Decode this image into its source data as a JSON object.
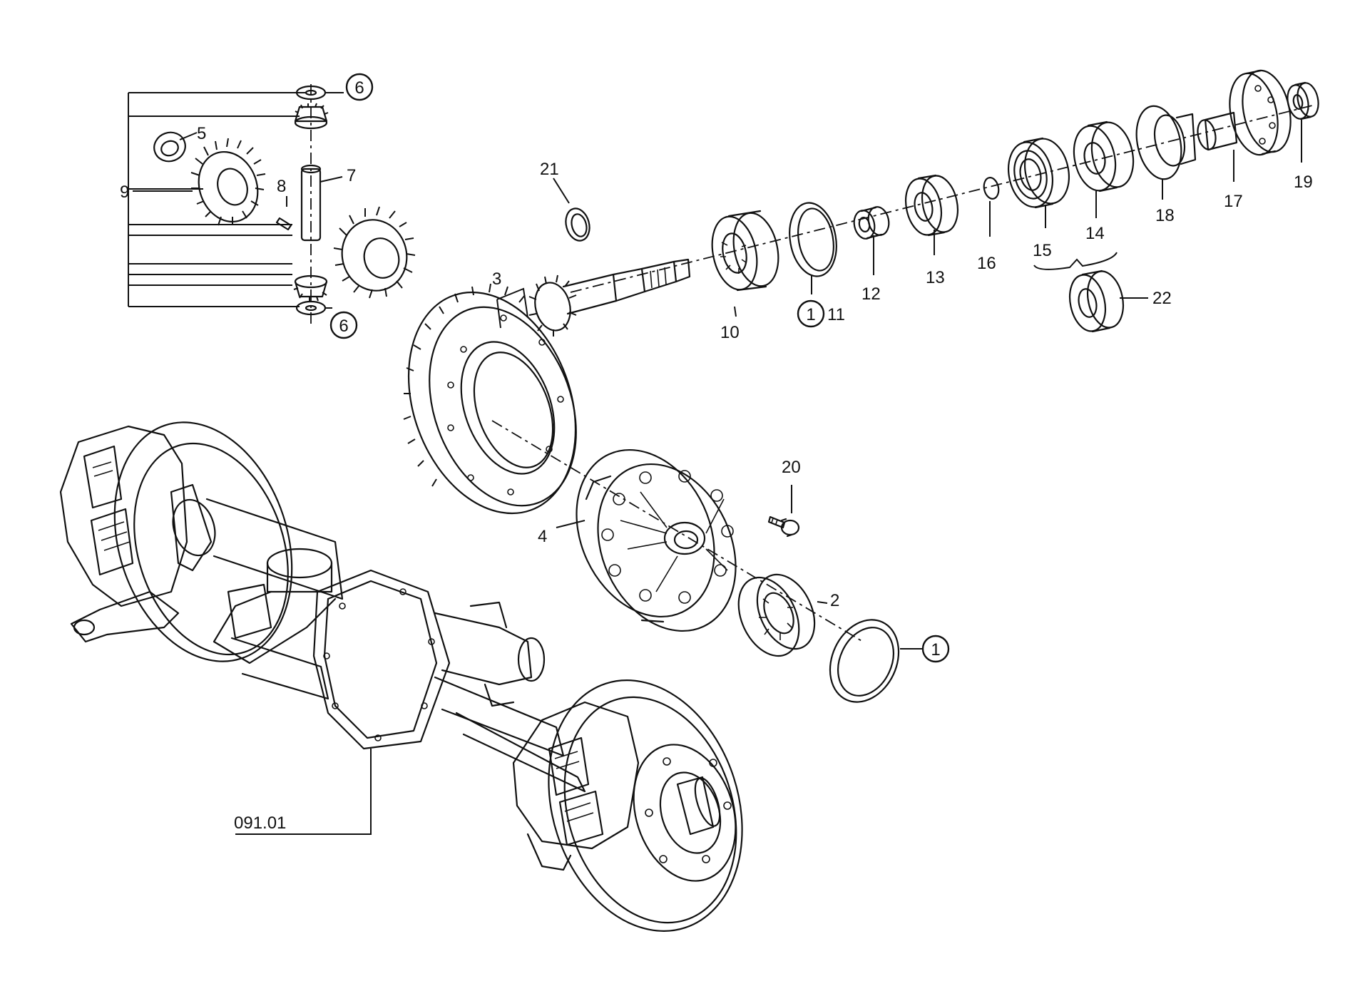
{
  "callouts": {
    "c1": "1",
    "c2": "2",
    "c3": "3",
    "c4": "4",
    "c5": "5",
    "c6": "6",
    "c7": "7",
    "c8": "8",
    "c9": "9",
    "c10": "10",
    "c11": "11",
    "c12": "12",
    "c13": "13",
    "c14": "14",
    "c15": "15",
    "c16": "16",
    "c17": "17",
    "c18": "18",
    "c19": "19",
    "c20": "20",
    "c21": "21",
    "c22": "22"
  },
  "assembly_reference": "091.01",
  "colors": {
    "line": "#111111",
    "background": "#ffffff"
  }
}
